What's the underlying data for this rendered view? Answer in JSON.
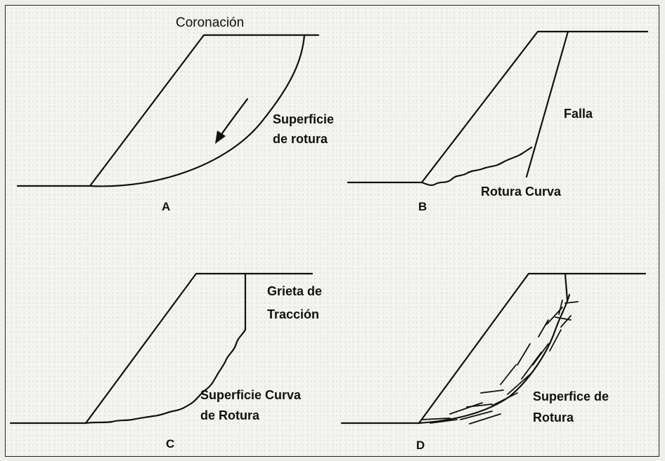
{
  "panels": {
    "a": {
      "letter": "A",
      "crest_label": "Coronación",
      "surface_label_1": "Superficie",
      "surface_label_2": "de rotura"
    },
    "b": {
      "letter": "B",
      "fault_label": "Falla",
      "failure_label": "Rotura Curva"
    },
    "c": {
      "letter": "C",
      "crack_label_1": "Grieta de",
      "crack_label_2": "Tracción",
      "surface_label_1": "Superficie Curva",
      "surface_label_2": "de Rotura"
    },
    "d": {
      "letter": "D",
      "surface_label_1": "Superfice de",
      "surface_label_2": "Rotura"
    }
  }
}
